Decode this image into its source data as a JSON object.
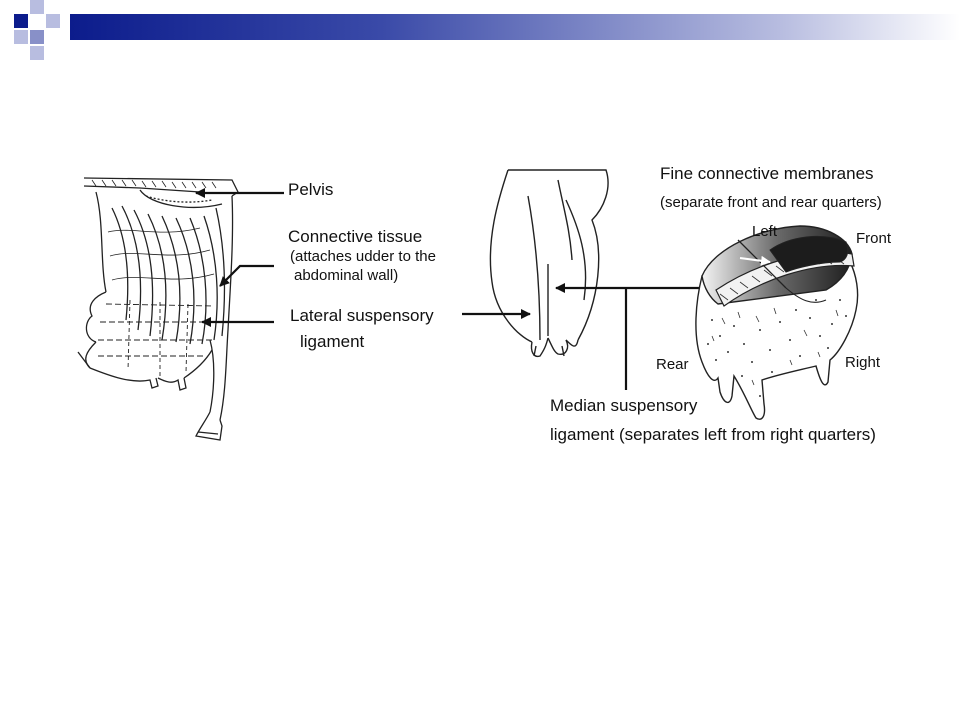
{
  "labels": {
    "pelvis": "Pelvis",
    "connective_tissue": "Connective tissue",
    "connective_tissue_sub1": "(attaches udder to the",
    "connective_tissue_sub2": "abdominal wall)",
    "lateral1": "Lateral suspensory",
    "lateral2": "ligament",
    "fine1": "Fine connective membranes",
    "fine2": "(separate front and rear quarters)",
    "left": "Left",
    "front": "Front",
    "rear": "Rear",
    "right": "Right",
    "median1": "Median suspensory",
    "median2": "ligament (separates left from right quarters)"
  },
  "colors": {
    "header_dark": "#0c1c8c",
    "square_dark": "#0c1c8c",
    "square_light": "#b8bde0"
  }
}
